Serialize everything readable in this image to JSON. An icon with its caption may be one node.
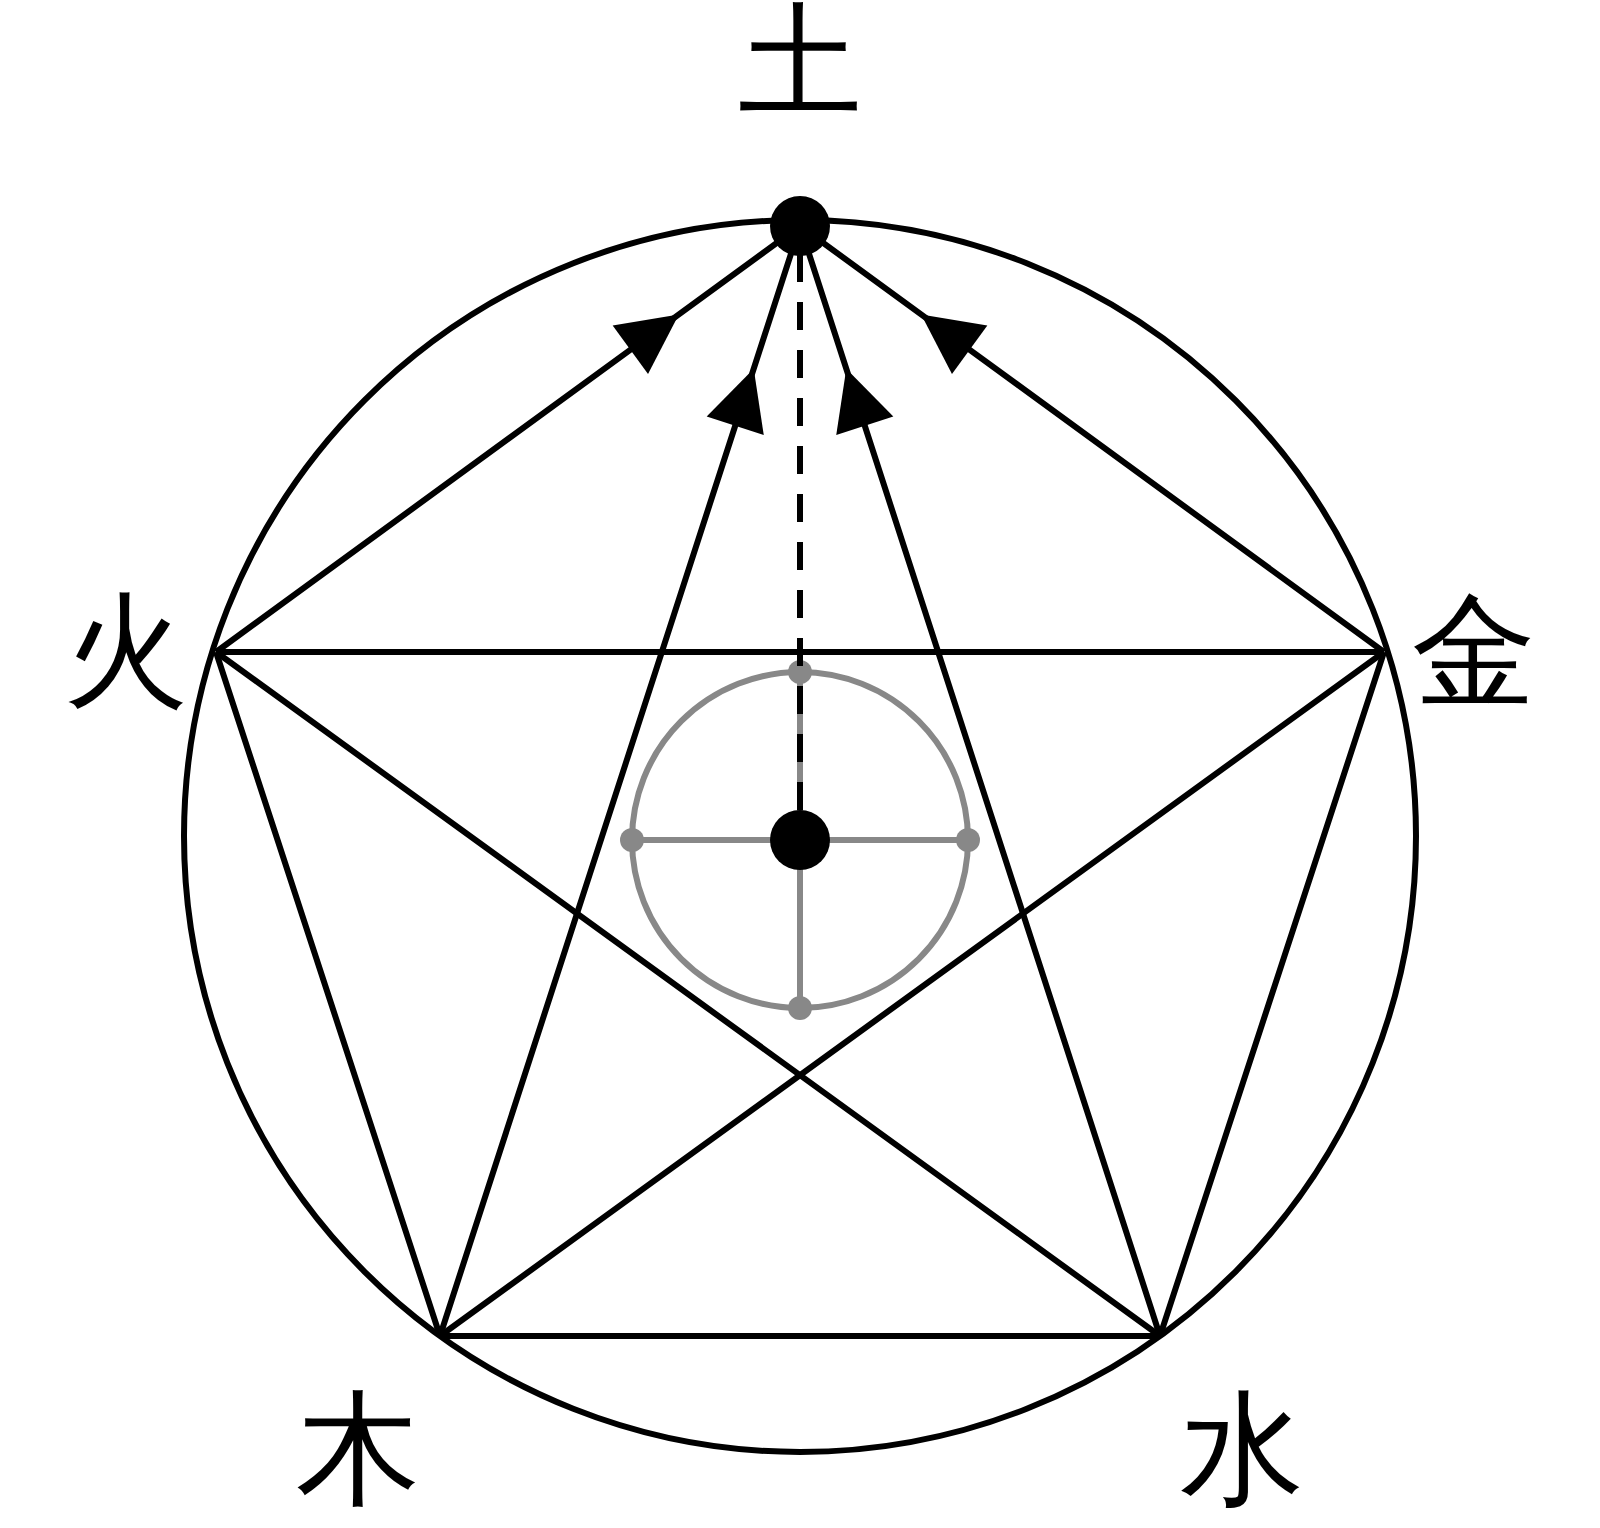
{
  "diagram": {
    "nodes": [
      {
        "text": [
          "土"
        ]
      },
      {
        "text": [
          "火"
        ]
      },
      {
        "text": [
          "金"
        ]
      },
      {
        "text": [
          "木"
        ]
      },
      {
        "text": [
          "水"
        ]
      },
      {
        "text": [],
        "shape": "circle"
      }
    ],
    "edges": [
      {
        "from": 1,
        "to": 0,
        "arrow": "to"
      },
      {
        "from": 3,
        "to": 0,
        "arrow": "to"
      },
      {
        "from": 4,
        "to": 0,
        "arrow": "to"
      },
      {
        "from": 2,
        "to": 0,
        "arrow": "to"
      },
      {
        "from": 1,
        "to": 2,
        "arrow": "none"
      },
      {
        "from": 1,
        "to": 3,
        "arrow": "none"
      },
      {
        "from": 2,
        "to": 4,
        "arrow": "none"
      },
      {
        "from": 3,
        "to": 4,
        "arrow": "none"
      },
      {
        "from": 1,
        "to": 4,
        "arrow": "none"
      },
      {
        "from": 2,
        "to": 3,
        "arrow": "none"
      },
      {
        "from": 5,
        "to": 0,
        "arrow": "none",
        "style": "dashed"
      }
    ]
  }
}
